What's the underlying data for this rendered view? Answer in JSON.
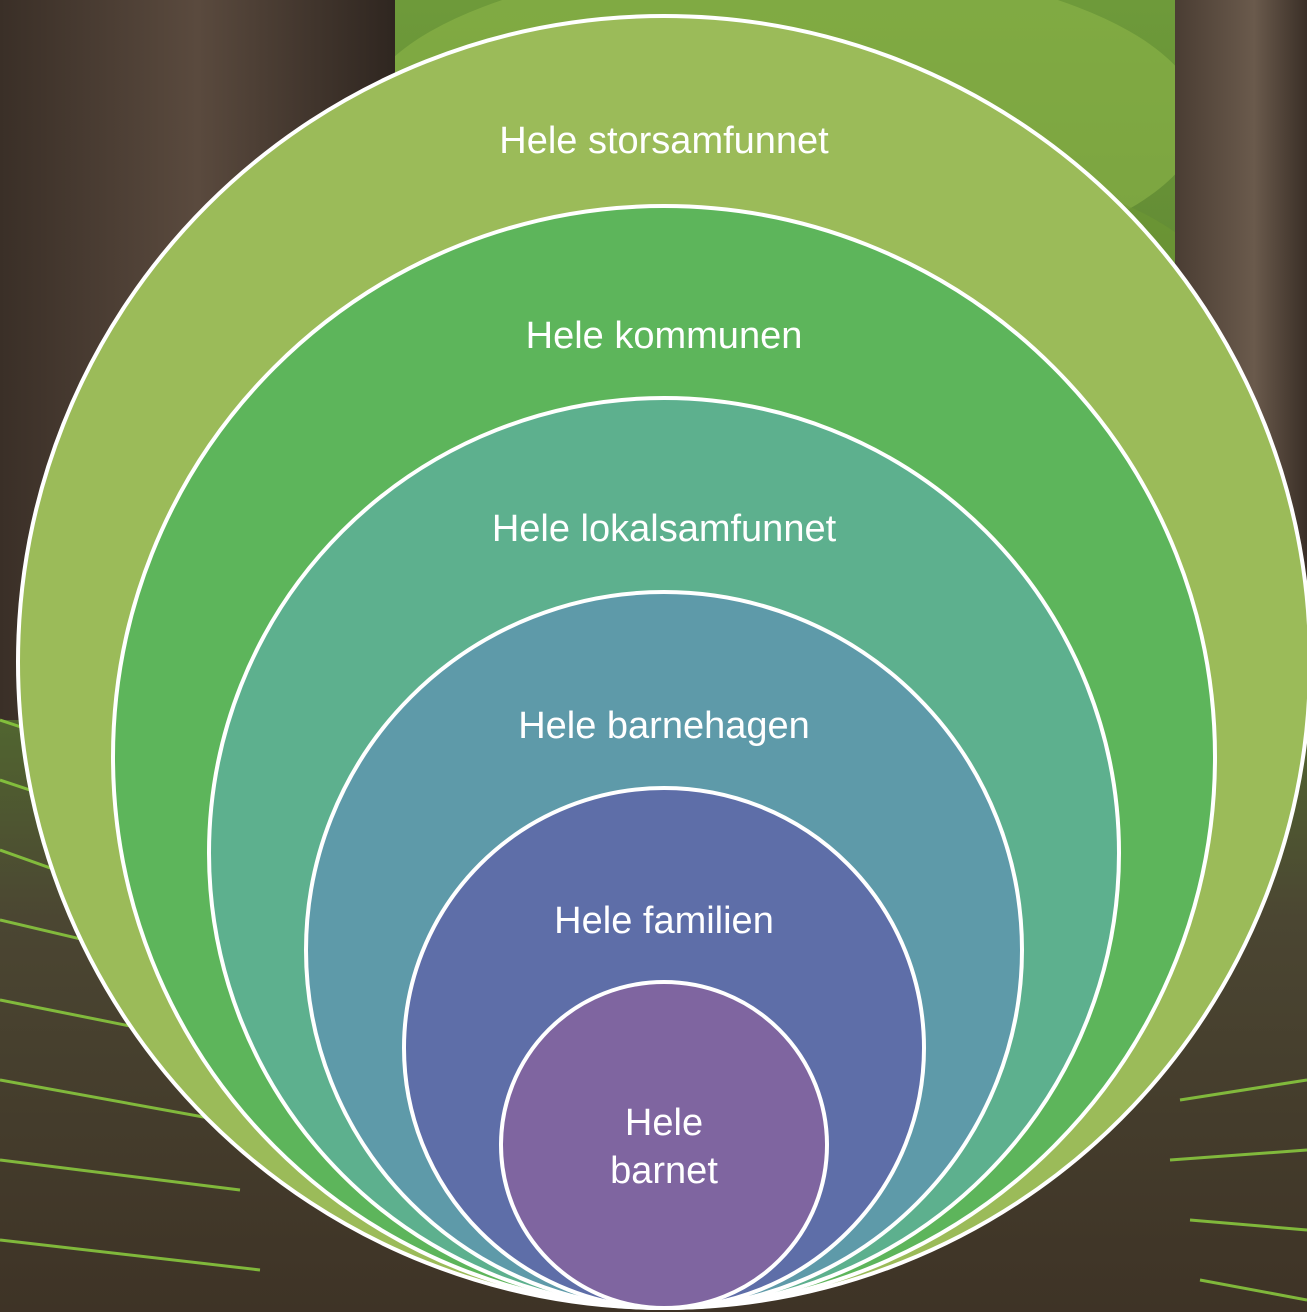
{
  "diagram": {
    "rings": [
      {
        "label_lines": [
          "Hele storsamfunnet"
        ],
        "color": "#9bbb59"
      },
      {
        "label_lines": [
          "Hele kommunen"
        ],
        "color": "#5db55b"
      },
      {
        "label_lines": [
          "Hele lokalsamfunnet"
        ],
        "color": "#5db08e"
      },
      {
        "label_lines": [
          "Hele barnehagen"
        ],
        "color": "#5e9aa9"
      },
      {
        "label_lines": [
          "Hele familien"
        ],
        "color": "#5e6ea8"
      },
      {
        "label_lines": [
          "Hele",
          "barnet"
        ],
        "color": "#7f65a0"
      }
    ],
    "stroke_color": "#ffffff"
  },
  "background": {
    "description_colors": {
      "canopy": "#5a8a2a",
      "trunk": "#4a3b30",
      "ground": "#5a4632",
      "fern": "#7cbf3a"
    }
  }
}
